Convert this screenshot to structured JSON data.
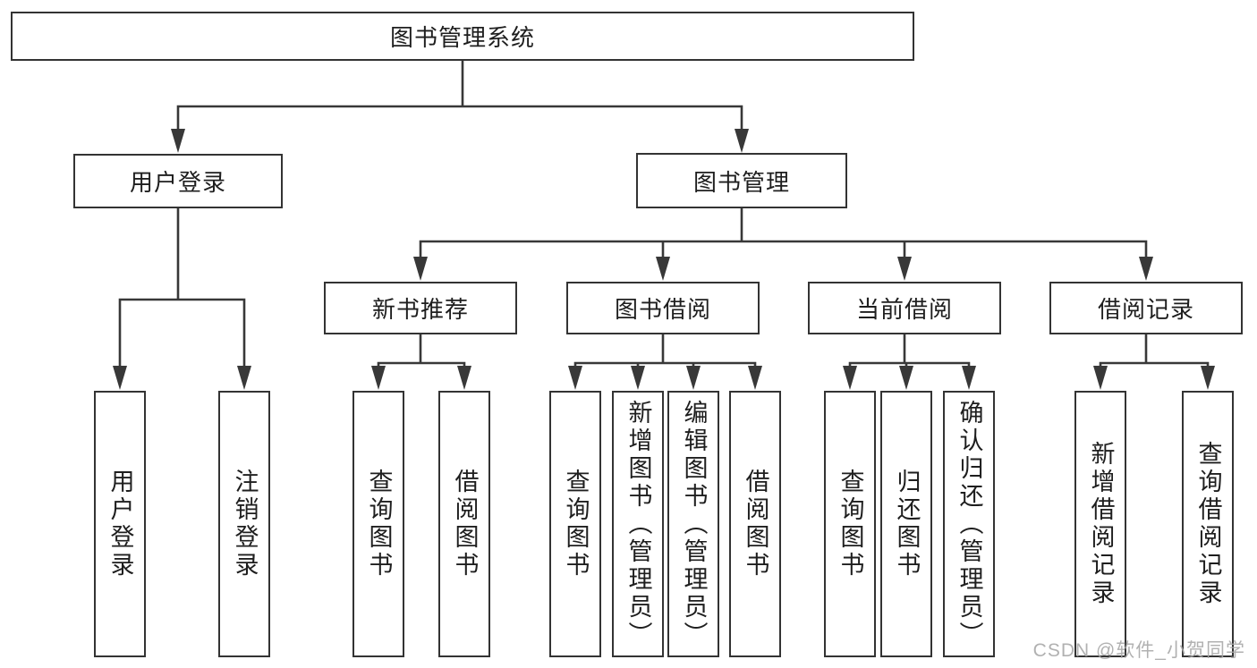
{
  "diagram": {
    "root": {
      "label": "图书管理系统"
    },
    "level2": [
      {
        "label": "用户登录"
      },
      {
        "label": "图书管理"
      }
    ],
    "level3": [
      {
        "label": "新书推荐",
        "parent": "图书管理"
      },
      {
        "label": "图书借阅",
        "parent": "图书管理"
      },
      {
        "label": "当前借阅",
        "parent": "图书管理"
      },
      {
        "label": "借阅记录",
        "parent": "图书管理"
      }
    ],
    "leaves": [
      {
        "label": "用户登录",
        "parent": "用户登录"
      },
      {
        "label": "注销登录",
        "parent": "用户登录"
      },
      {
        "label": "查询图书",
        "parent": "新书推荐"
      },
      {
        "label": "借阅图书",
        "parent": "新书推荐"
      },
      {
        "label": "查询图书",
        "parent": "图书借阅"
      },
      {
        "label": "新增图书（管理员）",
        "parent": "图书借阅"
      },
      {
        "label": "编辑图书（管理员）",
        "parent": "图书借阅"
      },
      {
        "label": "借阅图书",
        "parent": "图书借阅"
      },
      {
        "label": "查询图书",
        "parent": "当前借阅"
      },
      {
        "label": "归还图书",
        "parent": "当前借阅"
      },
      {
        "label": "确认归还（管理员）",
        "parent": "当前借阅"
      },
      {
        "label": "新增借阅记录",
        "parent": "借阅记录"
      },
      {
        "label": "查询借阅记录",
        "parent": "借阅记录"
      }
    ],
    "watermark": "CSDN @软件_小贺同学",
    "colors": {
      "line": "#383838",
      "border": "#333333",
      "text": "#1e1e1e",
      "watermark": "#a6a6a6"
    }
  }
}
